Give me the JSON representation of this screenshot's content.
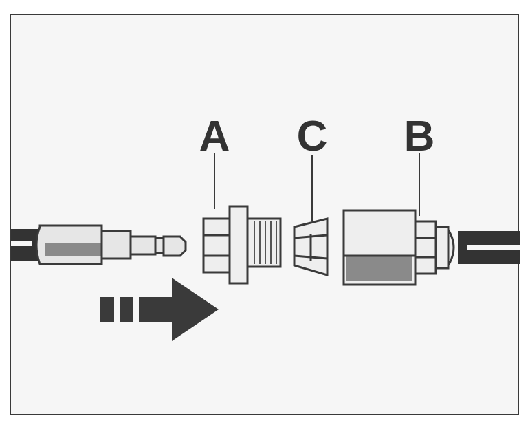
{
  "labels": {
    "a": "A",
    "b": "B",
    "c": "C"
  },
  "colors": {
    "ink": "#3a3a3a",
    "fill": "#e2e2e2",
    "shade": "#8a8a8a",
    "cable": "#333333",
    "arrow": "#3a3a3a"
  }
}
